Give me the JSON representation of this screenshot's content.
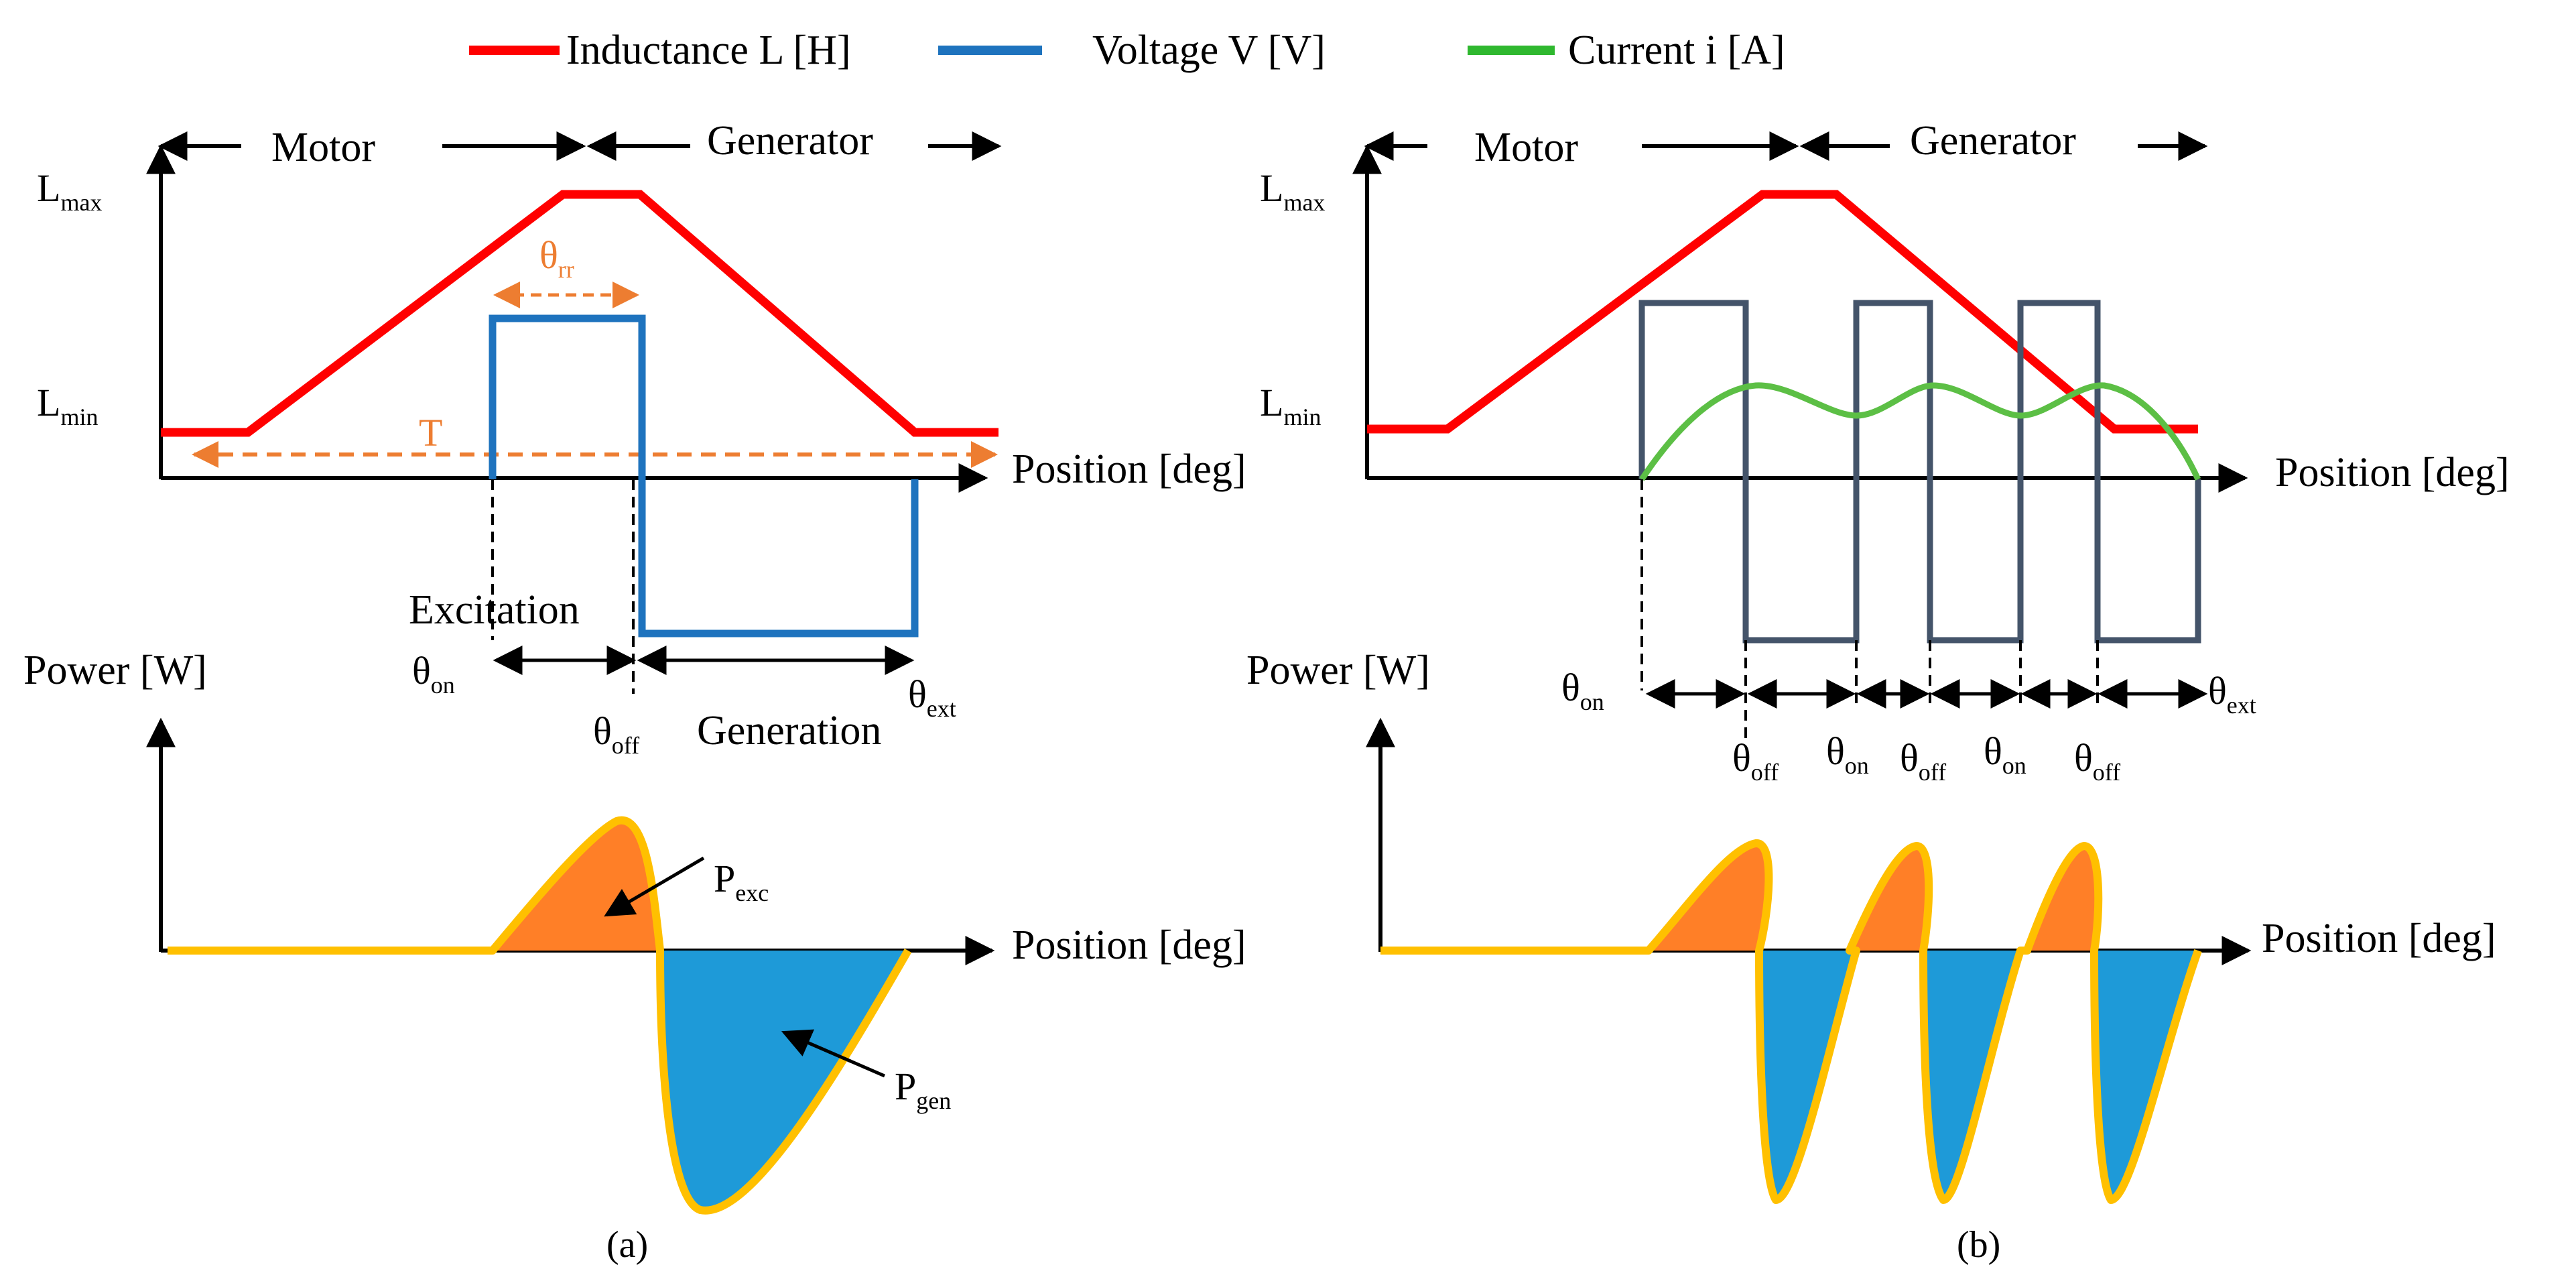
{
  "legend": [
    {
      "label": "Inductance L [H]",
      "color": "#ff0000"
    },
    {
      "label": "Voltage V [V]",
      "color": "#1e73be"
    },
    {
      "label": "Current i [A]",
      "color": "#2fb82f"
    }
  ],
  "colors": {
    "inductance": "#ff0000",
    "voltage_a": "#1e73be",
    "voltage_b": "#44546a",
    "current": "#5cbf45",
    "excitation_fill": "#ff7f27",
    "generation_fill": "#1e9ad8",
    "power_outline": "#ffc000",
    "annotation": "#ed7d31"
  },
  "panel_a": {
    "caption": "(a)",
    "region_motor": "Motor",
    "region_generator": "Generator",
    "y_lmax": "L",
    "y_lmax_sub": "max",
    "y_lmin": "L",
    "y_lmin_sub": "min",
    "x_axis": "Position [deg]",
    "theta_rr": "θ",
    "theta_rr_sub": "rr",
    "period": "T",
    "excitation": "Excitation",
    "generation": "Generation",
    "theta_on": "θ",
    "theta_on_sub": "on",
    "theta_off": "θ",
    "theta_off_sub": "off",
    "theta_ext": "θ",
    "theta_ext_sub": "ext",
    "power_axis": "Power [W]",
    "power_x_axis": "Position [deg]",
    "p_exc": "P",
    "p_exc_sub": "exc",
    "p_gen": "P",
    "p_gen_sub": "gen"
  },
  "panel_b": {
    "caption": "(b)",
    "region_motor": "Motor",
    "region_generator": "Generator",
    "y_lmax": "L",
    "y_lmax_sub": "max",
    "y_lmin": "L",
    "y_lmin_sub": "min",
    "x_axis": "Position [deg]",
    "theta_on": "θ",
    "theta_on_sub": "on",
    "theta_off": "θ",
    "theta_off_sub": "off",
    "theta_ext": "θ",
    "theta_ext_sub": "ext",
    "power_axis": "Power [W]",
    "power_x_axis": "Position [deg]"
  }
}
